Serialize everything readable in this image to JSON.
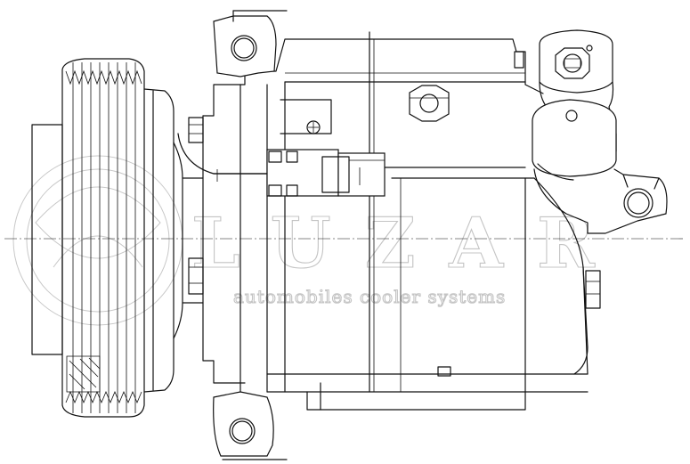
{
  "watermark": {
    "brand": "LUZAR",
    "tagline": "automobiles cooler systems",
    "color": "#c4c4c4"
  },
  "line_color": "#111111",
  "background": "#ffffff",
  "icons": [
    "compressor-drawing",
    "pulley-icon",
    "connector-icon",
    "bolt-icon",
    "mounting-ear-icon"
  ]
}
